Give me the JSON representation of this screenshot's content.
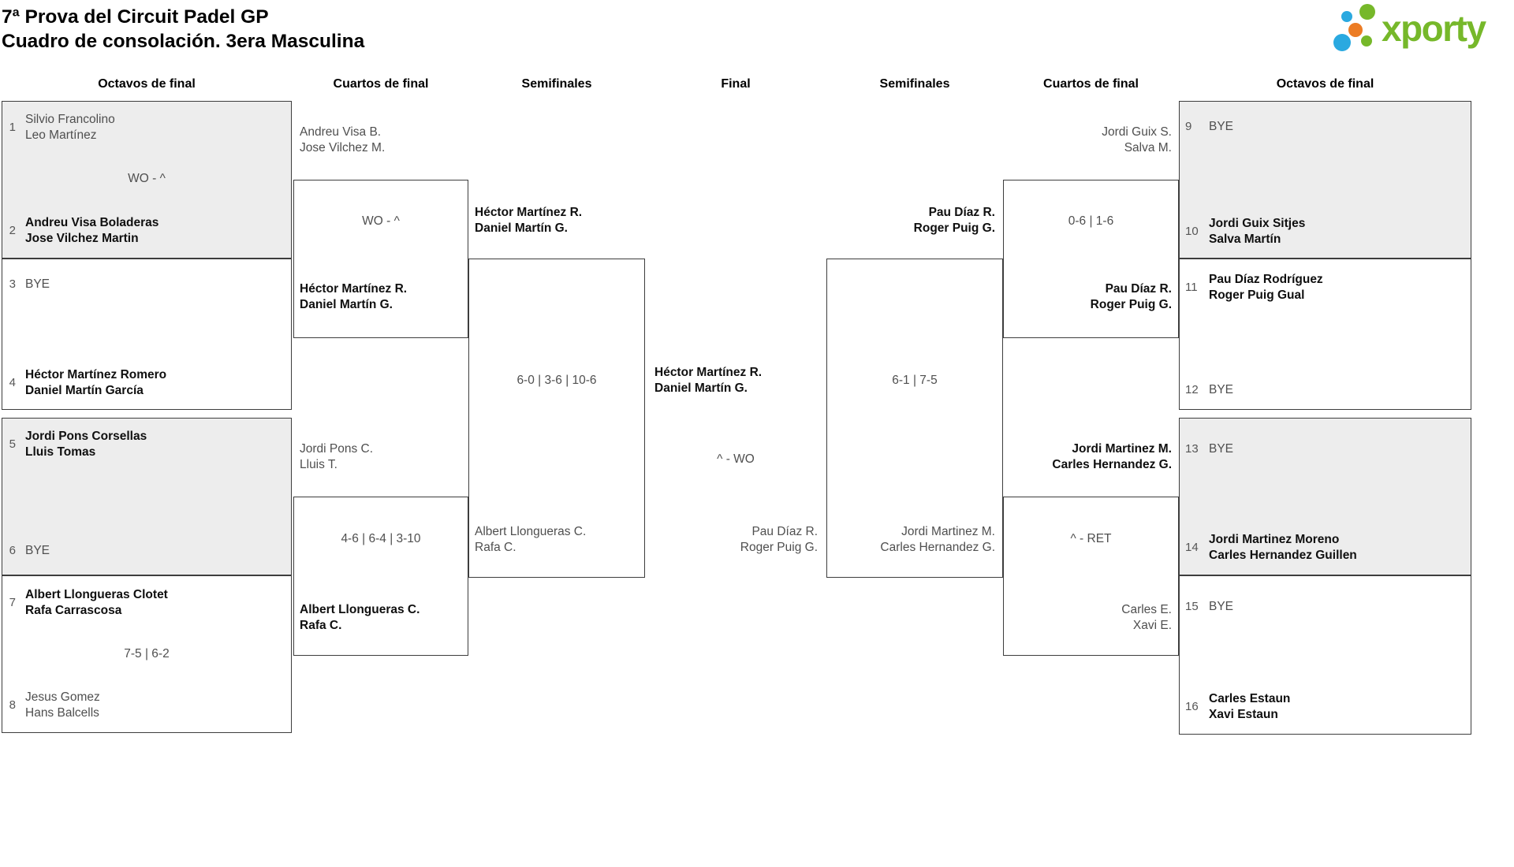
{
  "page": {
    "title_line1": "7ª Prova del Circuit Padel GP",
    "title_line2": "Cuadro de consolación. 3era Masculina"
  },
  "logo": {
    "text": "xporty",
    "green": "#76b82a",
    "blue": "#2aa9e0",
    "orange": "#ec7c24"
  },
  "headers": {
    "h1": "Octavos de final",
    "h2": "Cuartos de final",
    "h3": "Semifinales",
    "h4": "Final",
    "h5": "Semifinales",
    "h6": "Cuartos de final",
    "h7": "Octavos de final"
  },
  "rows": {
    "r1": {
      "seed": "1",
      "l1": "Silvio Francolino",
      "l2": "Leo Martínez"
    },
    "r2": {
      "seed": "2",
      "l1": "Andreu Visa Boladeras",
      "l2": "Jose Vilchez Martin"
    },
    "r3": {
      "seed": "3",
      "l1": "BYE"
    },
    "r4": {
      "seed": "4",
      "l1": "Héctor Martínez Romero",
      "l2": "Daniel Martín García"
    },
    "r5": {
      "seed": "5",
      "l1": "Jordi Pons Corsellas",
      "l2": "Lluis Tomas"
    },
    "r6": {
      "seed": "6",
      "l1": "BYE"
    },
    "r7": {
      "seed": "7",
      "l1": "Albert Llongueras Clotet",
      "l2": "Rafa Carrascosa"
    },
    "r8": {
      "seed": "8",
      "l1": "Jesus Gomez",
      "l2": "Hans Balcells"
    },
    "r9": {
      "seed": "9",
      "l1": "BYE"
    },
    "r10": {
      "seed": "10",
      "l1": "Jordi Guix Sitjes",
      "l2": "Salva Martín"
    },
    "r11": {
      "seed": "11",
      "l1": "Pau Díaz Rodríguez",
      "l2": "Roger Puig Gual"
    },
    "r12": {
      "seed": "12",
      "l1": "BYE"
    },
    "r13": {
      "seed": "13",
      "l1": "BYE"
    },
    "r14": {
      "seed": "14",
      "l1": "Jordi Martinez Moreno",
      "l2": "Carles Hernandez Guillen"
    },
    "r15": {
      "seed": "15",
      "l1": "BYE"
    },
    "r16": {
      "seed": "16",
      "l1": "Carles Estaun",
      "l2": "Xavi Estaun"
    }
  },
  "oct_scores": {
    "m12": "WO - ^",
    "m78": "7-5 | 6-2"
  },
  "qf_l1": {
    "t1l1": "Andreu Visa B.",
    "t1l2": "Jose Vilchez M.",
    "score": "WO - ^",
    "t2l1": "Héctor Martínez R.",
    "t2l2": "Daniel Martín G."
  },
  "qf_l2": {
    "t1l1": "Jordi Pons C.",
    "t1l2": "Lluis T.",
    "score": "4-6 | 6-4 | 3-10",
    "t2l1": "Albert Llongueras C.",
    "t2l2": "Rafa C."
  },
  "sf_l": {
    "t1l1": "Héctor Martínez R.",
    "t1l2": "Daniel Martín G.",
    "score": "6-0 | 3-6 | 10-6",
    "t2l1": "Albert Llongueras C.",
    "t2l2": "Rafa C."
  },
  "final": {
    "t1l1": "Héctor Martínez R.",
    "t1l2": "Daniel Martín G.",
    "score": "^ - WO",
    "t2l1": "Pau Díaz R.",
    "t2l2": "Roger Puig G."
  },
  "sf_r": {
    "t1l1": "Pau Díaz R.",
    "t1l2": "Roger Puig G.",
    "score": "6-1 | 7-5",
    "t2l1": "Jordi Martinez M.",
    "t2l2": "Carles Hernandez G."
  },
  "qf_r1": {
    "t1l1": "Jordi Guix S.",
    "t1l2": "Salva M.",
    "score": "0-6 | 1-6",
    "t2l1": "Pau Díaz R.",
    "t2l2": "Roger Puig G."
  },
  "qf_r2": {
    "t1l1": "Jordi Martinez M.",
    "t1l2": "Carles Hernandez G.",
    "score": "^ - RET",
    "t2l1": "Carles E.",
    "t2l2": "Xavi E."
  }
}
